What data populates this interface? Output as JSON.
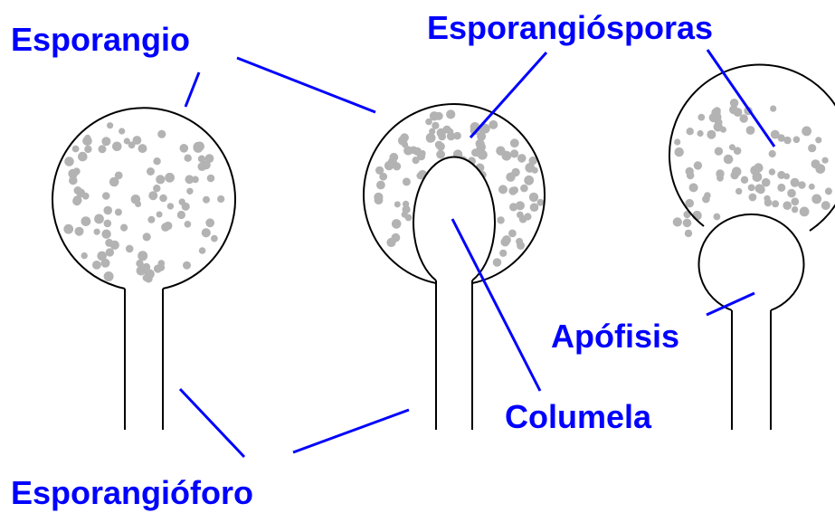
{
  "labels": {
    "esporangio": "Esporangio",
    "esporangiosporas": "Esporangiósporas",
    "apofisis": "Apófisis",
    "columela": "Columela",
    "esporangioforo": "Esporangióforo"
  },
  "colors": {
    "label": "#0000ff",
    "leader": "#0000ff",
    "outline": "#000000",
    "spore": "#b3b3b3",
    "background": "#ffffff"
  }
}
